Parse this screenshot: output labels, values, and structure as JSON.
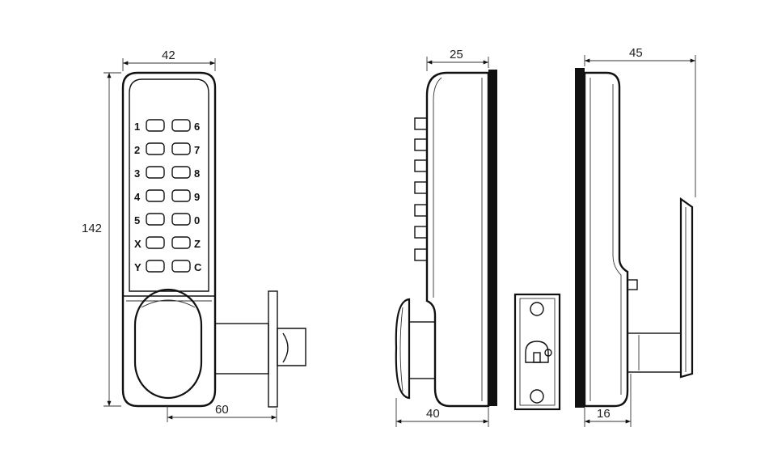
{
  "dimensions": {
    "front_width": "42",
    "front_height": "142",
    "latch_length": "60",
    "side_depth": "25",
    "side_knob_depth": "40",
    "rear_depth": "45",
    "rear_base": "16"
  },
  "keypad": {
    "left_labels": [
      "1",
      "2",
      "3",
      "4",
      "5",
      "X",
      "Y"
    ],
    "right_labels": [
      "6",
      "7",
      "8",
      "9",
      "0",
      "Z",
      "C"
    ]
  }
}
